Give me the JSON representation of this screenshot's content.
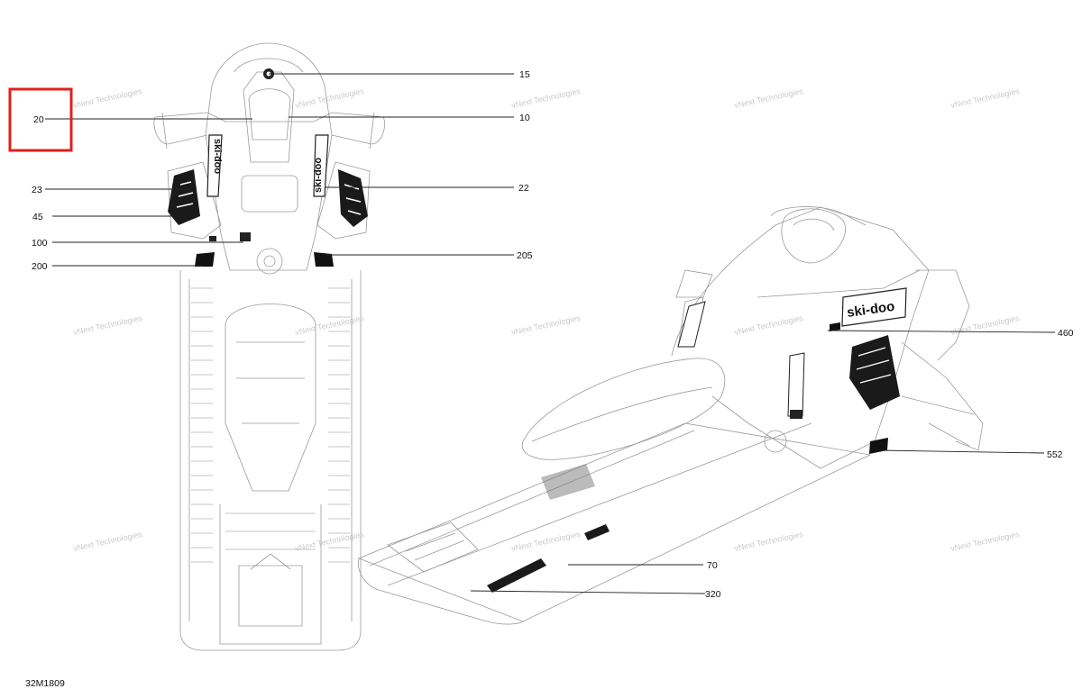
{
  "callouts": {
    "c15": "15",
    "c20": "20",
    "c10": "10",
    "c23": "23",
    "c22": "22",
    "c45": "45",
    "c100": "100",
    "c200": "200",
    "c205": "205",
    "c460": "460",
    "c552": "552",
    "c70": "70",
    "c320": "320"
  },
  "watermark": "vNext Technologies",
  "drawing_id": "32M1809",
  "highlight_color": "#e0201b",
  "logo_text": "ski-doo"
}
